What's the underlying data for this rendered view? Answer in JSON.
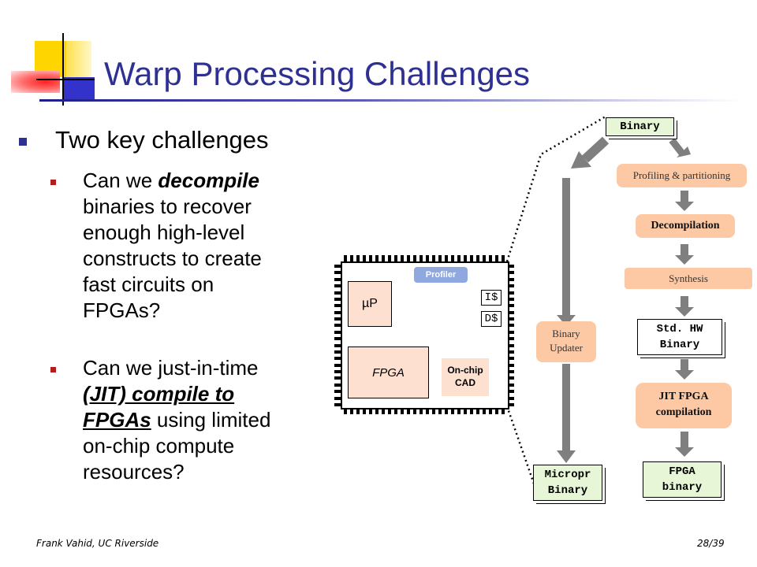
{
  "title": "Warp Processing Challenges",
  "bullets": {
    "main": "Two key challenges",
    "sub1": {
      "line1_pre": "Can we ",
      "line1_em": "decompile",
      "line2": "binaries to recover",
      "line3": "enough high-level",
      "line4": "constructs to create",
      "line5": "fast circuits on",
      "line6": "FPGAs?"
    },
    "sub2": {
      "line1": "Can we just-in-time",
      "line2_em": "(JIT) compile to",
      "line3_em": "FPGAs",
      "line3_post": " using limited",
      "line4": "on-chip compute",
      "line5": "resources?"
    }
  },
  "chip": {
    "up": "µP",
    "profiler": "Profiler",
    "icache": "I$",
    "dcache": "D$",
    "fpga": "FPGA",
    "cad_line1": "On-chip",
    "cad_line2": "CAD"
  },
  "flow": {
    "binary": "Binary",
    "profiling": "Profiling & partitioning",
    "decompilation": "Decompilation",
    "synthesis": "Synthesis",
    "std_hw_line1": "Std. HW",
    "std_hw_line2": "Binary",
    "jit_line1": "JIT FPGA",
    "jit_line2": "compilation",
    "fpga_bin_line1": "FPGA",
    "fpga_bin_line2": "binary",
    "updater_line1": "Binary",
    "updater_line2": "Updater",
    "micro_line1": "Micropr",
    "micro_line2": "Binary"
  },
  "footer": {
    "author": "Frank Vahid, UC Riverside",
    "page": "28/39"
  },
  "colors": {
    "title": "#2e3192",
    "pill": "#fcc9a4",
    "doc_green": "#e6f6d6",
    "arrow": "#7f7f7f"
  }
}
